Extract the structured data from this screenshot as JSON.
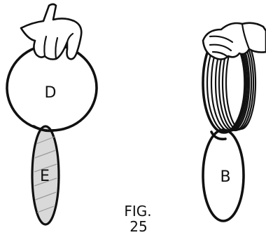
{
  "diagram": {
    "labels": {
      "ring_d": "D",
      "ring_e": "E",
      "ring_b": "B"
    },
    "caption": {
      "line1": "FIG.",
      "line2": "25"
    }
  }
}
